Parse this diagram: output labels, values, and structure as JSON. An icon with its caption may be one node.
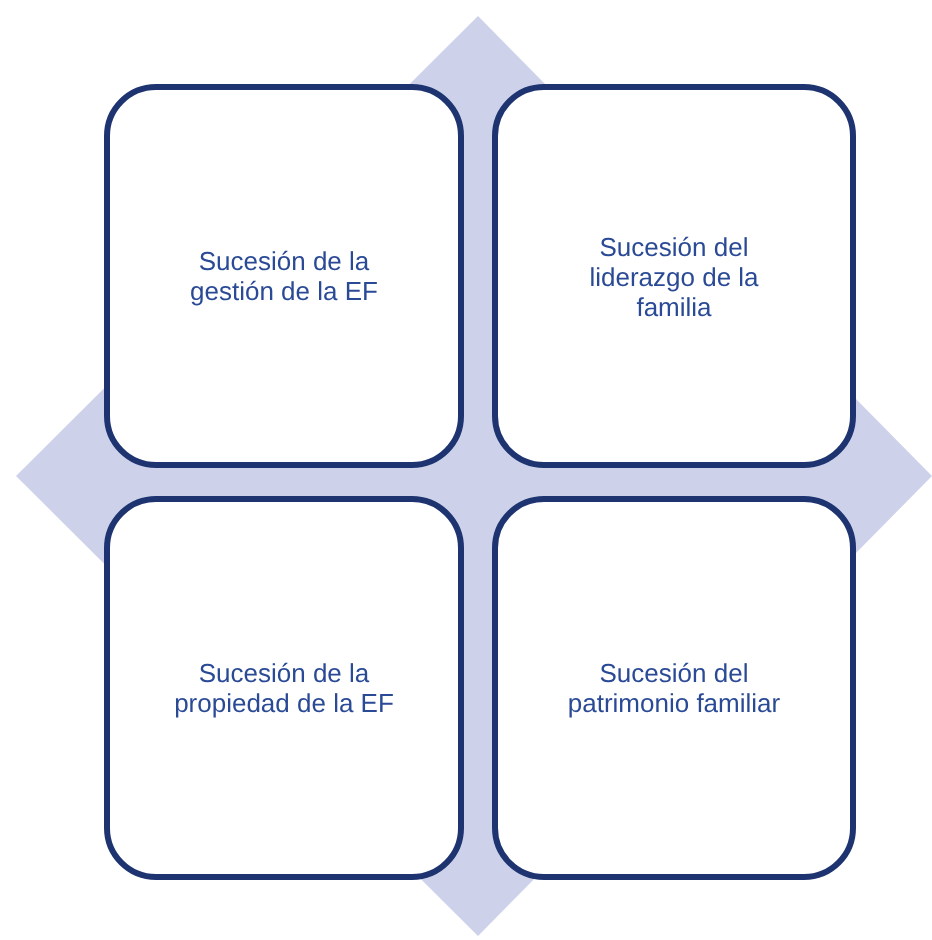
{
  "diagram": {
    "nodes": [
      {
        "text": [
          "Sucesión de la gestión de la EF"
        ]
      },
      {
        "text": [
          "Sucesión del liderazgo de la familia"
        ]
      },
      {
        "text": [
          "Sucesión de la propiedad de la EF"
        ]
      },
      {
        "text": [
          "Sucesión del patrimonio familiar"
        ]
      }
    ],
    "edges": []
  }
}
